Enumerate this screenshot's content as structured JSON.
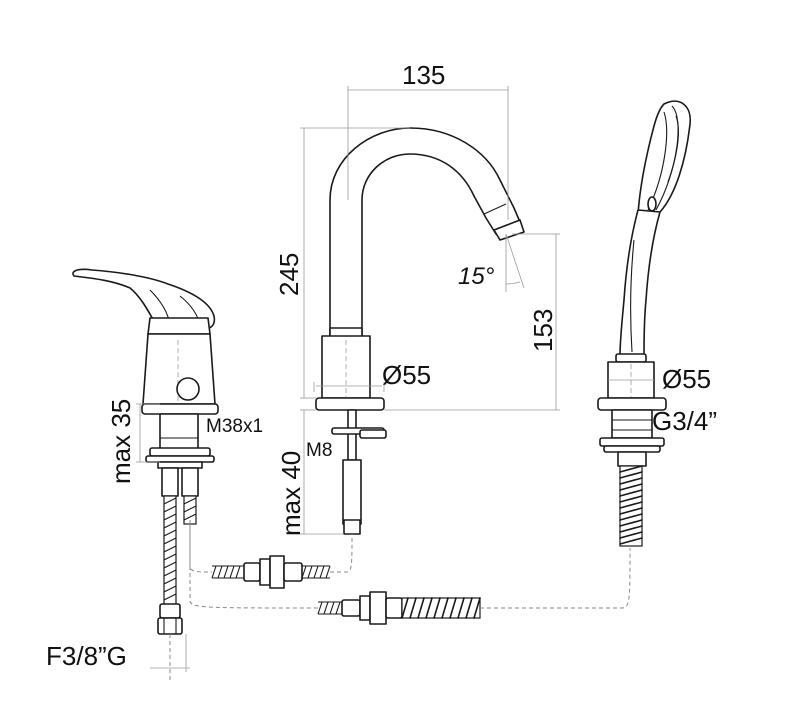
{
  "dimensions": {
    "spout_reach": "135",
    "spout_height": "245",
    "outlet_height": "153",
    "spout_angle": "15°",
    "spout_diameter": "Ø55",
    "mixer_max_deck": "max 35",
    "mixer_thread": "M38x1",
    "spout_stud": "M8",
    "spout_max_deck": "max 40",
    "shower_diameter": "Ø55",
    "shower_thread": "G3/4”",
    "supply_connection": "F3/8”G"
  }
}
